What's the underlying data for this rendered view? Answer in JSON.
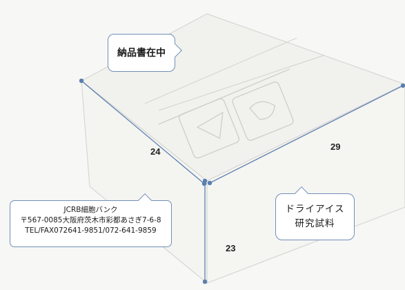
{
  "callouts": {
    "delivery_note": "納品書在中",
    "lab": {
      "name": "JCRB細胞バンク",
      "address": "〒567-0085大阪府茨木市彩都あさぎ7-6-8",
      "phone": "TEL/FAX072641-9851/072-641-9859"
    },
    "dry_ice": {
      "line1": "ドライアイス",
      "line2": "研究試料"
    }
  },
  "dimensions": {
    "depth": "24",
    "width": "29",
    "height": "23"
  },
  "colors": {
    "annotation": "#5b7fb0",
    "callout_border": "#6f8fb6",
    "background": "#f7f7f6"
  }
}
